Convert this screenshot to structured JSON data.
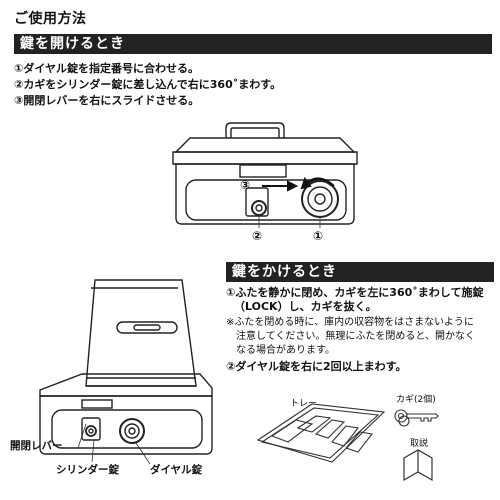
{
  "header": {
    "title": "ご使用方法"
  },
  "open_section": {
    "heading": "鍵を開けるとき",
    "steps": [
      "①ダイヤル錠を指定番号に合わせる。",
      "②カギをシリンダー錠に差し込んで右に360˚まわす。",
      "③開閉レバーを右にスライドさせる。"
    ],
    "diagram_labels": {
      "lever": "③",
      "cylinder": "②",
      "dial": "①"
    }
  },
  "close_section": {
    "heading": "鍵をかけるとき",
    "step1_lines": [
      "①ふたを静かに閉め、カギを左に360˚まわして施錠",
      "（LOCK）し、カギを抜く。"
    ],
    "note_lines": [
      "※ふたを閉める時に、庫内の収容物をはさまないように",
      "注意してください。無理にふたを閉めると、開かなく",
      "なる場合があります。"
    ],
    "step2": "②ダイヤル錠を右に2回以上まわす。"
  },
  "parts": {
    "lever": "開閉レバー",
    "cylinder": "シリンダー錠",
    "dial": "ダイヤル錠",
    "tray": "トレー",
    "keys": "カギ(2個)",
    "manual": "取説"
  }
}
